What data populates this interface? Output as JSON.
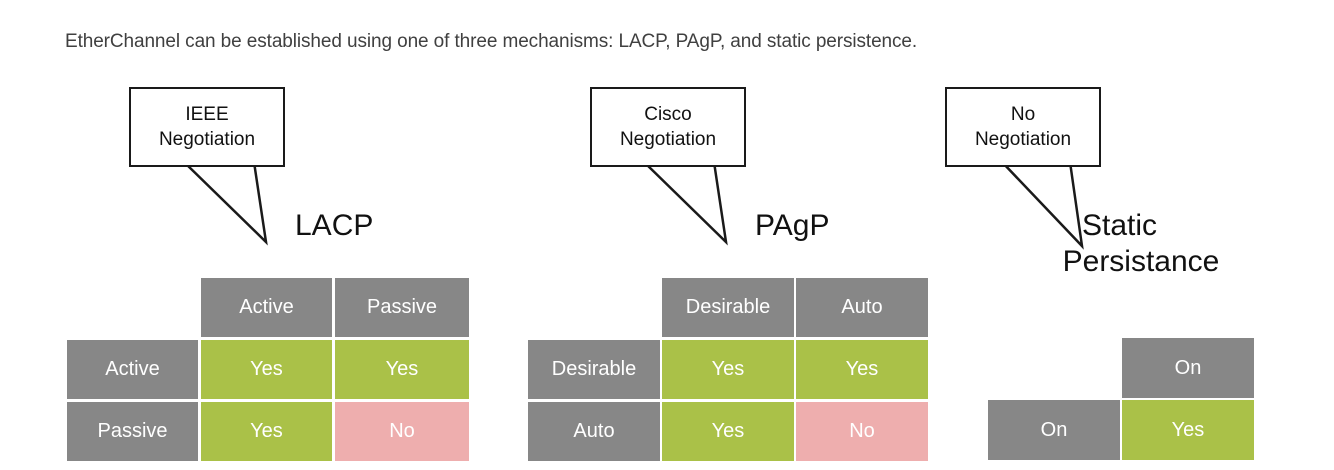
{
  "intro": {
    "text": "EtherChannel can be established using one of three mechanisms: LACP, PAgP, and static persistence."
  },
  "colors": {
    "gray": "#878787",
    "green": "#aac148",
    "pink": "#eeaeae",
    "text_dark": "#404040",
    "outline": "#1a1a1a",
    "background": "#ffffff"
  },
  "mechanisms": [
    {
      "id": "lacp",
      "title": "LACP",
      "callout_line1": "IEEE",
      "callout_line2": "Negotiation",
      "matrix": {
        "corner": "",
        "columns": [
          "Active",
          "Passive"
        ],
        "rows": [
          {
            "label": "Active",
            "values": [
              "Yes",
              "Yes"
            ],
            "states": [
              "green",
              "green"
            ]
          },
          {
            "label": "Passive",
            "values": [
              "Yes",
              "No"
            ],
            "states": [
              "green",
              "pink"
            ]
          }
        ]
      }
    },
    {
      "id": "pagp",
      "title": "PAgP",
      "callout_line1": "Cisco",
      "callout_line2": "Negotiation",
      "matrix": {
        "corner": "",
        "columns": [
          "Desirable",
          "Auto"
        ],
        "rows": [
          {
            "label": "Desirable",
            "values": [
              "Yes",
              "Yes"
            ],
            "states": [
              "green",
              "green"
            ]
          },
          {
            "label": "Auto",
            "values": [
              "Yes",
              "No"
            ],
            "states": [
              "green",
              "pink"
            ]
          }
        ]
      }
    },
    {
      "id": "static",
      "title_line1": "Static",
      "title_line2": "Persistance",
      "callout_line1": "No",
      "callout_line2": "Negotiation",
      "matrix": {
        "corner": "",
        "columns": [
          "On"
        ],
        "rows": [
          {
            "label": "On",
            "values": [
              "Yes"
            ],
            "states": [
              "green"
            ]
          }
        ]
      }
    }
  ]
}
